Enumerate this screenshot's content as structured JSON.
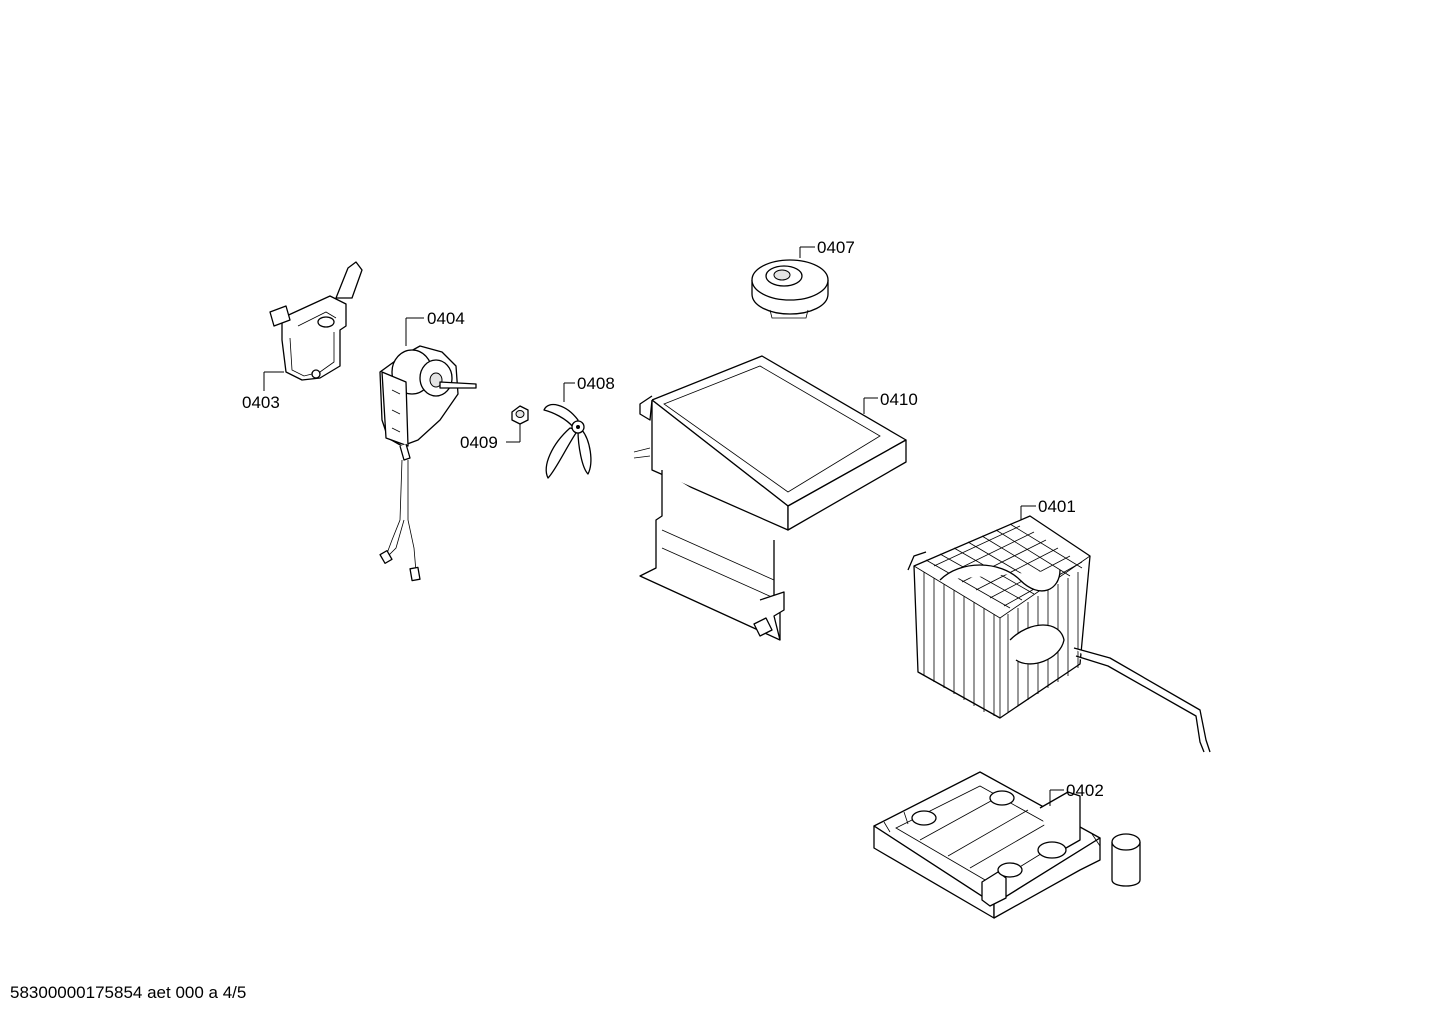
{
  "diagram": {
    "parts": [
      {
        "id": "0401"
      },
      {
        "id": "0402"
      },
      {
        "id": "0403"
      },
      {
        "id": "0404"
      },
      {
        "id": "0407"
      },
      {
        "id": "0408"
      },
      {
        "id": "0409"
      },
      {
        "id": "0410"
      }
    ]
  },
  "footer": {
    "text": "58300000175854 aet 000 a 4/5"
  }
}
